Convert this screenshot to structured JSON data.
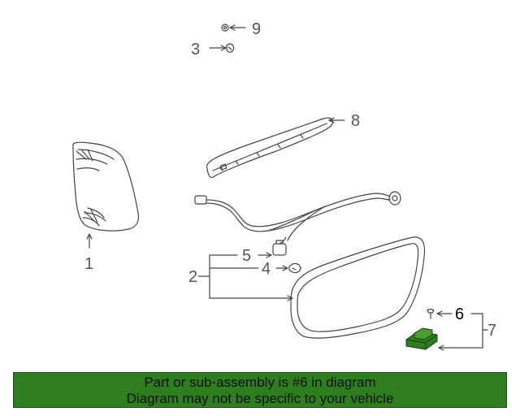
{
  "diagram": {
    "callouts": [
      "1",
      "2",
      "3",
      "4",
      "5",
      "6",
      "7",
      "8",
      "9"
    ],
    "highlighted_part": "6",
    "highlight_color": "#2e7d1e",
    "line_color": "#444444"
  },
  "banner": {
    "line1": "Part or sub-assembly is #6 in diagram",
    "line2": "Diagram may not be specific to your vehicle",
    "background": "#2e7d1e"
  }
}
